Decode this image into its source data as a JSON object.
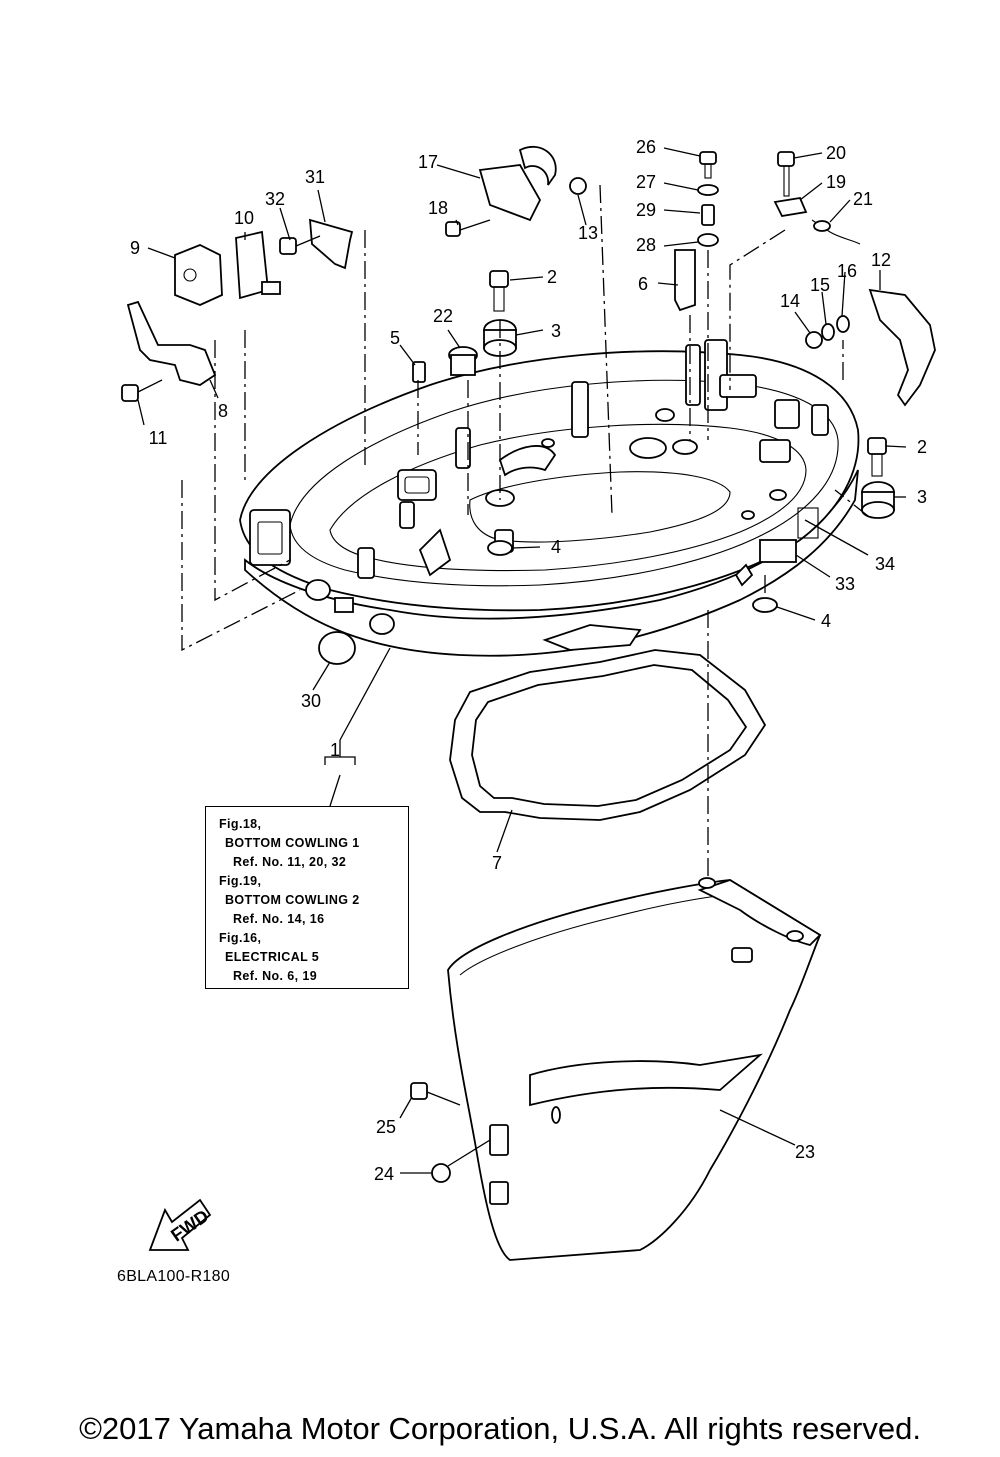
{
  "reference_box": {
    "lines": [
      "Fig.18,",
      "BOTTOM COWLING 1",
      "Ref. No. 11, 20, 32",
      "Fig.19,",
      "BOTTOM COWLING 2",
      "Ref. No. 14, 16",
      "Fig.16,",
      "ELECTRICAL 5",
      "Ref. No. 6, 19"
    ]
  },
  "fwd_arrow_label": "FWD",
  "diagram_code": "6BLA100-R180",
  "copyright": "©2017 Yamaha Motor Corporation, U.S.A. All rights reserved.",
  "part_labels": [
    "1",
    "2",
    "2",
    "3",
    "3",
    "4",
    "4",
    "5",
    "6",
    "7",
    "8",
    "9",
    "10",
    "11",
    "12",
    "13",
    "14",
    "15",
    "16",
    "17",
    "18",
    "19",
    "20",
    "21",
    "22",
    "23",
    "24",
    "25",
    "26",
    "27",
    "28",
    "29",
    "30",
    "31",
    "32",
    "33",
    "34"
  ]
}
